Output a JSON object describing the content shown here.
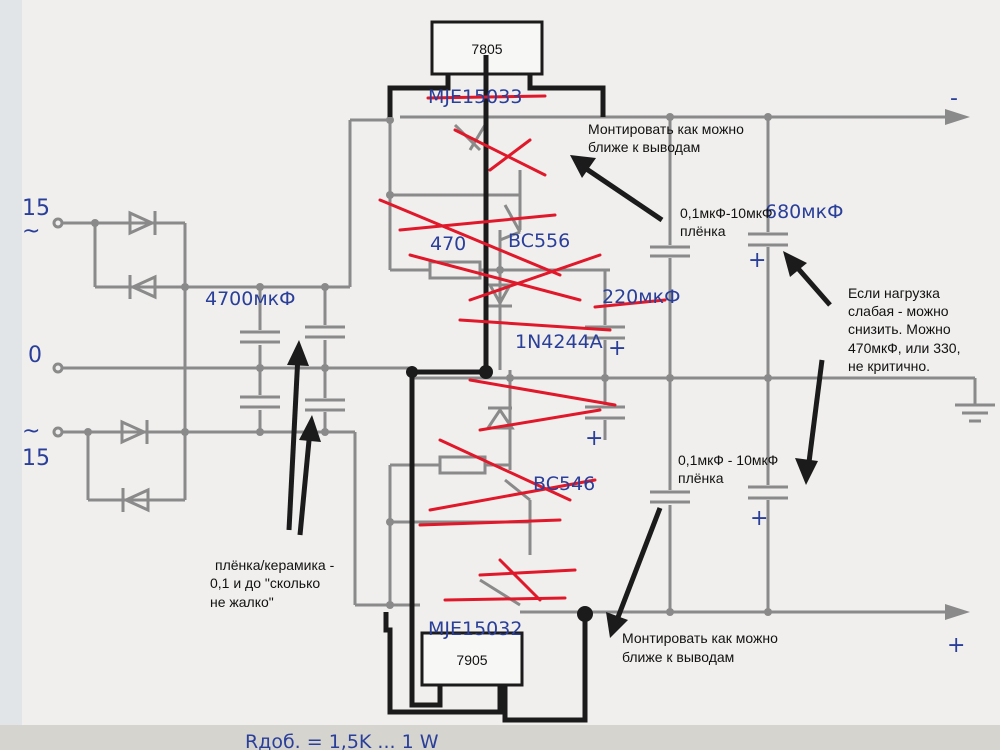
{
  "regulators": {
    "top": "7805",
    "bottom": "7905"
  },
  "transistors": {
    "top_power": "MJE15033",
    "top_driver": "BC556",
    "bottom_driver": "BC546",
    "bottom_power": "MJE15032"
  },
  "components": {
    "resistor_top": "470",
    "diode": "1N4244A",
    "cap_220": "220мкФ",
    "cap_4700": "4700мкФ",
    "cap_680": "680мкФ",
    "plus_sign": "+"
  },
  "inputs": {
    "ac_top_value": "15",
    "ac_top_symbol": "~",
    "zero": "0",
    "ac_bottom_value": "15",
    "ac_bottom_symbol": "~"
  },
  "outputs": {
    "minus": "-",
    "plus": "+"
  },
  "notes": {
    "mount_top_line1": "Монтировать как можно",
    "mount_top_line2": "ближе к выводам",
    "film_top_line1": "0,1мкФ-10мкФ",
    "film_top_line2": "плёнка",
    "load_line1": "Если нагрузка",
    "load_line2": "слабая - можно",
    "load_line3": "снизить. Можно",
    "load_line4": "470мкФ, или 330,",
    "load_line5": "не критично.",
    "film_bottom_line1": "0,1мкФ - 10мкФ",
    "film_bottom_line2": "плёнка",
    "ceramic_line1": "плёнка/керамика -",
    "ceramic_line2": "0,1 и до \"сколько",
    "ceramic_line3": "не жалко\"",
    "mount_bottom_line1": "Монтировать как можно",
    "mount_bottom_line2": "ближе к выводам"
  },
  "footer_formula": "Rдоб. = 1,5K ... 1 W"
}
